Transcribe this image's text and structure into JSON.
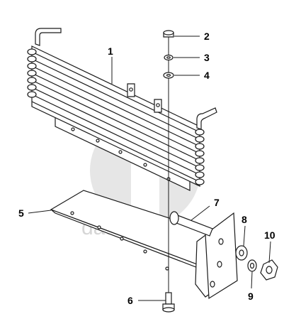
{
  "watermark": {
    "text": "data parts",
    "color": "#d6d6d6"
  },
  "callouts": [
    {
      "id": "1",
      "label": "1"
    },
    {
      "id": "2",
      "label": "2"
    },
    {
      "id": "3",
      "label": "3"
    },
    {
      "id": "4",
      "label": "4"
    },
    {
      "id": "5",
      "label": "5"
    },
    {
      "id": "6",
      "label": "6"
    },
    {
      "id": "7",
      "label": "7"
    },
    {
      "id": "8",
      "label": "8"
    },
    {
      "id": "9",
      "label": "9"
    },
    {
      "id": "10",
      "label": "10"
    }
  ],
  "colors": {
    "line": "#1a1a1a",
    "fill": "#ffffff"
  }
}
